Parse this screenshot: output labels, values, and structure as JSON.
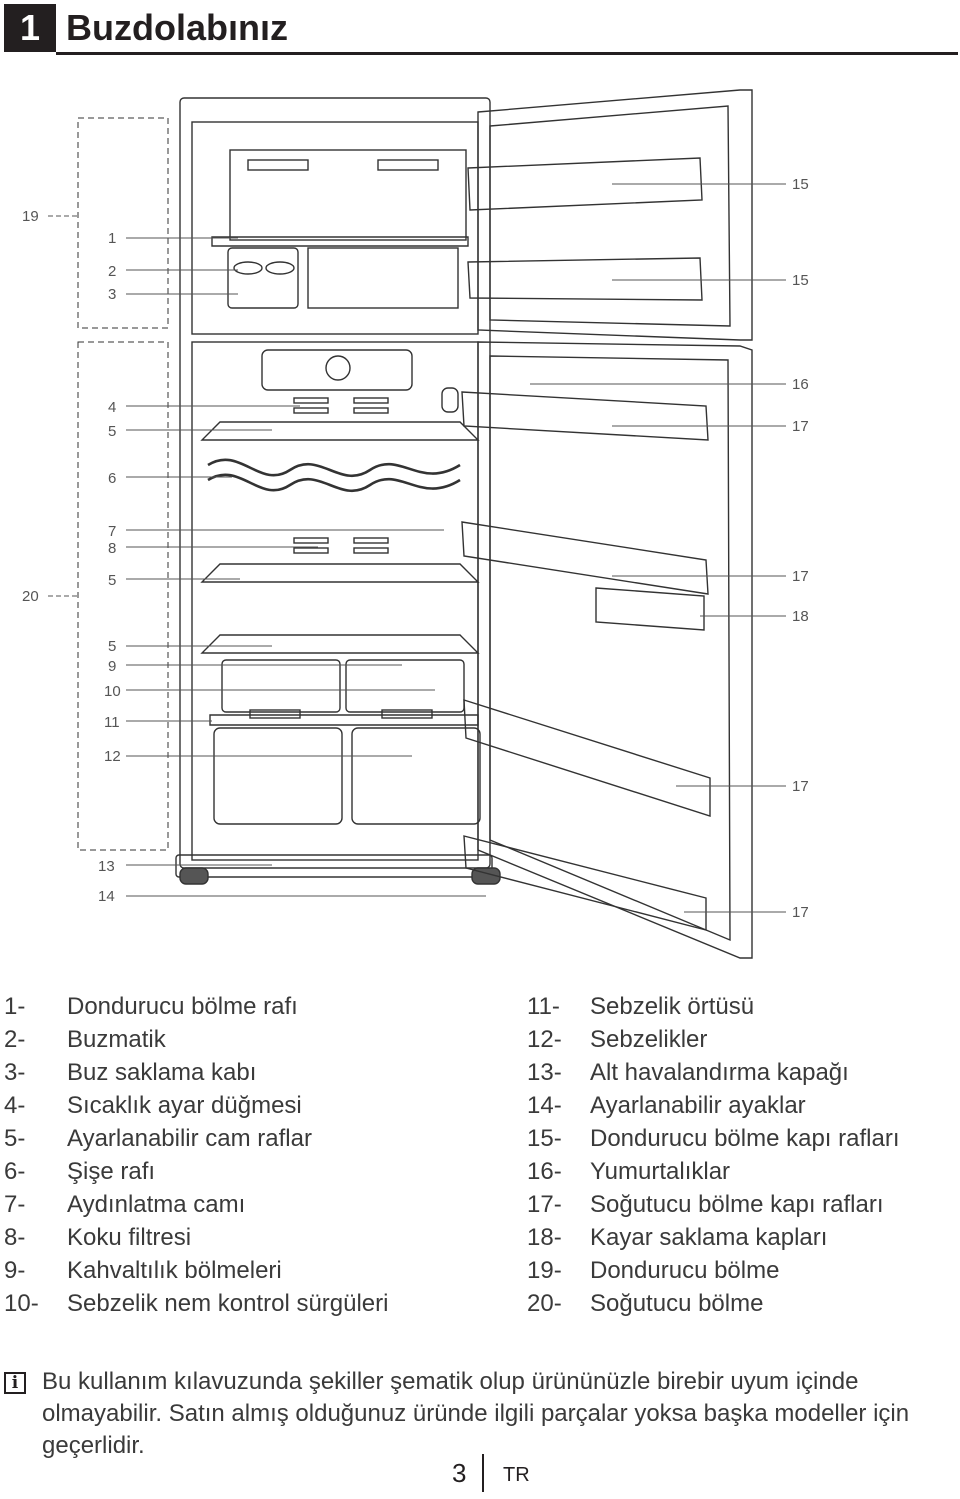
{
  "header": {
    "chapter_number": "1",
    "chapter_title": "Buzdolabınız"
  },
  "diagram": {
    "callouts_left": [
      "19",
      "1",
      "2",
      "3",
      "4",
      "5",
      "6",
      "7",
      "8",
      "5",
      "20",
      "5",
      "9",
      "10",
      "11",
      "12",
      "13",
      "14"
    ],
    "callouts_right": [
      "15",
      "15",
      "16",
      "17",
      "17",
      "18",
      "17",
      "17"
    ]
  },
  "legend": {
    "left": [
      {
        "num": "1-",
        "label": "Dondurucu bölme rafı"
      },
      {
        "num": "2-",
        "label": "Buzmatik"
      },
      {
        "num": "3-",
        "label": "Buz saklama kabı"
      },
      {
        "num": "4-",
        "label": "Sıcaklık ayar düğmesi"
      },
      {
        "num": "5-",
        "label": "Ayarlanabilir cam raflar"
      },
      {
        "num": "6-",
        "label": "Şişe rafı"
      },
      {
        "num": "7-",
        "label": "Aydınlatma camı"
      },
      {
        "num": "8-",
        "label": "Koku filtresi"
      },
      {
        "num": "9-",
        "label": "Kahvaltılık bölmeleri"
      },
      {
        "num": "10-",
        "label": "Sebzelik nem kontrol sürgüleri"
      }
    ],
    "right": [
      {
        "num": "11-",
        "label": "Sebzelik örtüsü"
      },
      {
        "num": "12-",
        "label": "Sebzelikler"
      },
      {
        "num": "13-",
        "label": "Alt havalandırma kapağı"
      },
      {
        "num": "14-",
        "label": "Ayarlanabilir ayaklar"
      },
      {
        "num": "15-",
        "label": "Dondurucu bölme kapı rafları"
      },
      {
        "num": "16-",
        "label": "Yumurtalıklar"
      },
      {
        "num": "17-",
        "label": "Soğutucu bölme kapı rafları"
      },
      {
        "num": "18-",
        "label": "Kayar saklama kapları"
      },
      {
        "num": "19-",
        "label": "Dondurucu bölme"
      },
      {
        "num": "20-",
        "label": "Soğutucu bölme"
      }
    ]
  },
  "note": {
    "icon": "info-icon",
    "icon_glyph": "i",
    "text": "Bu kullanım kılavuzunda şekiller şematik olup ürününüzle birebir uyum içinde olmayabilir. Satın almış olduğunuz üründe ilgili parçalar yoksa başka modeller için geçerlidir."
  },
  "footer": {
    "page_number": "3",
    "language": "TR"
  }
}
